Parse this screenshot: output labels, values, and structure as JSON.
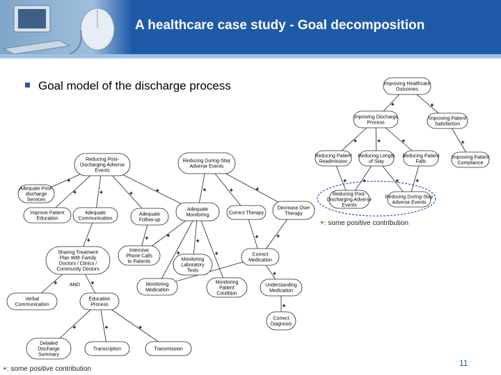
{
  "slide": {
    "title": "A healthcare case study - Goal decomposition",
    "bullet": "Goal model of the discharge process",
    "page_number": "11",
    "bottom_note": "+: some positive contribution",
    "right_note": "+: some positive contribution"
  },
  "diagram": {
    "and_label": "AND",
    "nodes": [
      {
        "id": "improving-healthcare",
        "lines": [
          "Improving Healthcare",
          "Outcomes"
        ]
      },
      {
        "id": "improving-discharge",
        "lines": [
          "Improving Discharge",
          "Process"
        ]
      },
      {
        "id": "improving-patient-satisfaction",
        "lines": [
          "Improving Patient",
          "Satisfaction"
        ]
      },
      {
        "id": "reducing-patient-readmission",
        "lines": [
          "Reducing Patient",
          "Readmission"
        ]
      },
      {
        "id": "reducing-length-of-stay",
        "lines": [
          "Reducing Length",
          "of Stay"
        ]
      },
      {
        "id": "reducing-patient-falls",
        "lines": [
          "Reducing Patient",
          "Falls"
        ]
      },
      {
        "id": "improving-patient-compliance",
        "lines": [
          "Improving Patient",
          "Compliance"
        ]
      },
      {
        "id": "reducing-post-discharge-r",
        "lines": [
          "Reducing Post-",
          "Discharging Adverse",
          "Events"
        ]
      },
      {
        "id": "reducing-during-stay-r",
        "lines": [
          "Reducing During-Stay",
          "Adverse Events"
        ]
      },
      {
        "id": "reducing-post-discharge",
        "lines": [
          "Reducing Post-",
          "Discharging Adverse",
          "Events"
        ]
      },
      {
        "id": "reducing-during-stay",
        "lines": [
          "Reducing During-Stay",
          "Adverse Events"
        ]
      },
      {
        "id": "adequate-post-discharge",
        "lines": [
          "Adequate Post-",
          "discharge",
          "Services"
        ]
      },
      {
        "id": "improve-patient-education",
        "lines": [
          "Improve Patient",
          "Education"
        ]
      },
      {
        "id": "adequate-communication",
        "lines": [
          "Adequate",
          "Communication"
        ]
      },
      {
        "id": "adequate-follow-up",
        "lines": [
          "Adequate",
          "Follow-up"
        ]
      },
      {
        "id": "adequate-monitoring",
        "lines": [
          "Adequate",
          "Monitoring"
        ]
      },
      {
        "id": "correct-therapy",
        "lines": [
          "Correct Therapy"
        ]
      },
      {
        "id": "decrease-over-therapy",
        "lines": [
          "Decrease Over",
          "Therapy"
        ]
      },
      {
        "id": "sharing-treatment-plan",
        "lines": [
          "Sharing Treatment",
          "Plan With Family",
          "Doctors / Clinics /",
          "Community Doctors"
        ]
      },
      {
        "id": "intensive-phone-calls",
        "lines": [
          "Intensive",
          "Phone Calls",
          "to Patients"
        ]
      },
      {
        "id": "monitoring-laboratory-tests",
        "lines": [
          "Monitoring",
          "Laboratory",
          "Tests"
        ]
      },
      {
        "id": "correct-medication",
        "lines": [
          "Correct",
          "Medication"
        ]
      },
      {
        "id": "monitoring-medication",
        "lines": [
          "Monitoring",
          "Medication"
        ]
      },
      {
        "id": "monitoring-patient-condition",
        "lines": [
          "Monitoring",
          "Patient",
          "Condition"
        ]
      },
      {
        "id": "understanding-medication",
        "lines": [
          "Understanding",
          "Medication"
        ]
      },
      {
        "id": "verbal-communication",
        "lines": [
          "Verbal",
          "Communication"
        ]
      },
      {
        "id": "education-process",
        "lines": [
          "Education",
          "Process"
        ]
      },
      {
        "id": "correct-diagnosis",
        "lines": [
          "Correct",
          "Diagnosis"
        ]
      },
      {
        "id": "detailed-discharge-summary",
        "lines": [
          "Detailed",
          "Discharge",
          "Summary"
        ]
      },
      {
        "id": "transcription",
        "lines": [
          "Transcription"
        ]
      },
      {
        "id": "transmission",
        "lines": [
          "Transmission"
        ]
      }
    ]
  }
}
